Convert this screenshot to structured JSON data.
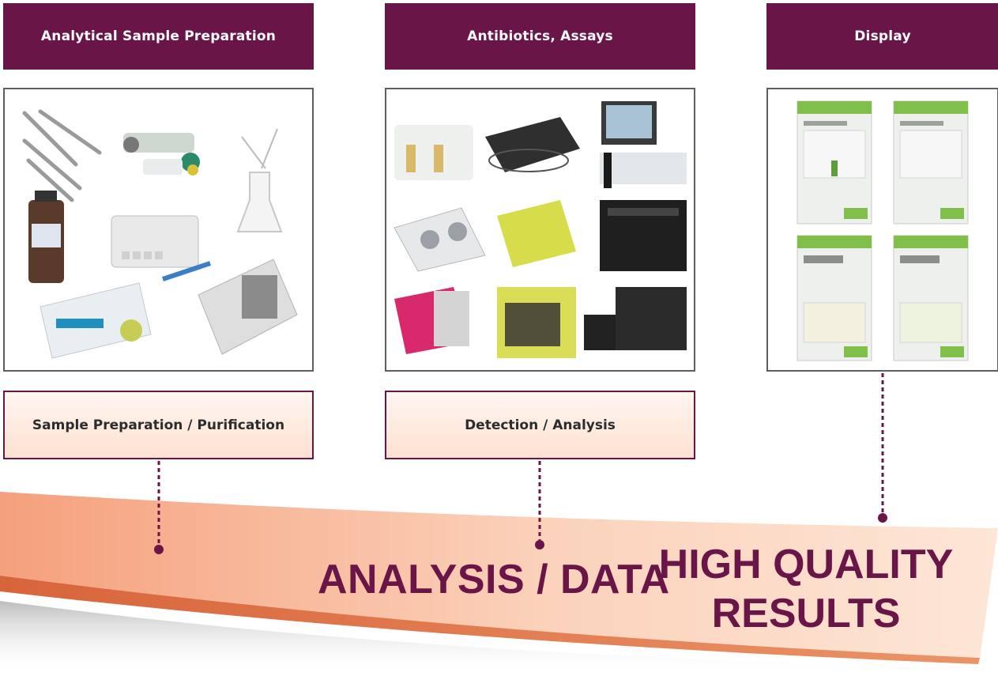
{
  "columns": [
    {
      "header": "Analytical Sample Preparation",
      "stage": "Sample Preparation / Purification"
    },
    {
      "header": "Antibiotics, Assays",
      "stage": "Detection / Analysis"
    },
    {
      "header": "Display"
    }
  ],
  "banner": {
    "left_text": "ANALYSIS / DATA",
    "right_line1": "HIGH QUALITY",
    "right_line2": "RESULTS"
  },
  "colors": {
    "accent": "#6a1548",
    "wave_light": "#fbd9c3",
    "wave_dark": "#e07a4a"
  }
}
